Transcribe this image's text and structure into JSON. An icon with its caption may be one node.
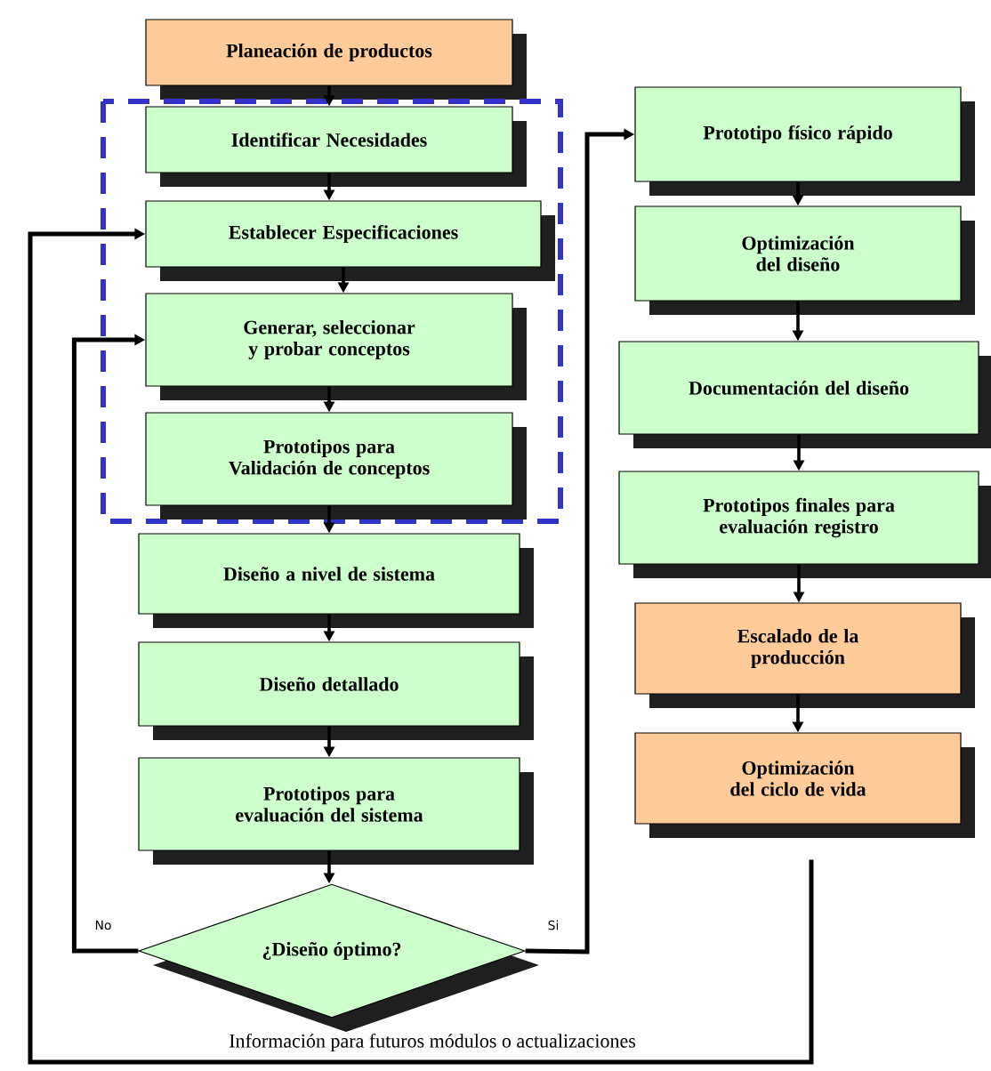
{
  "diagram": {
    "nodes": [
      {
        "text": [
          "Planeación de productos"
        ]
      },
      {
        "text": [],
        "shape": "box"
      },
      {
        "text": [
          "Identificar Necesidades"
        ],
        "in": 1
      },
      {
        "text": [
          "Establecer Especificaciones"
        ],
        "in": 1
      },
      {
        "text": [
          "Generar, seleccionar y probar conceptos"
        ],
        "in": 1
      },
      {
        "text": [
          "Prototipos para Validación de conceptos"
        ],
        "in": 1
      },
      {
        "text": [
          "Diseño a nivel de sistema"
        ]
      },
      {
        "text": [
          "Diseño detallado"
        ]
      },
      {
        "text": [
          "Prototipos para evaluación del sistema"
        ]
      },
      {
        "text": [
          "¿Diseño óptimo?"
        ]
      },
      {
        "text": [
          "Prototipo físico rápido"
        ]
      },
      {
        "text": [
          "Optimización del diseño"
        ]
      },
      {
        "text": [
          "Documentación del diseño"
        ]
      },
      {
        "text": [
          "Prototipos finales para evaluación registro"
        ]
      },
      {
        "text": [
          "Escalado de la producción"
        ]
      },
      {
        "text": [
          "Optimización del ciclo de vida"
        ]
      }
    ],
    "edges": [
      {
        "from": 0,
        "to": 2,
        "arrow": "to"
      },
      {
        "from": 2,
        "to": 3,
        "arrow": "to"
      },
      {
        "from": 3,
        "to": 4,
        "arrow": "to"
      },
      {
        "from": 4,
        "to": 5,
        "arrow": "to"
      },
      {
        "from": 5,
        "to": 6,
        "arrow": "to"
      },
      {
        "from": 6,
        "to": 7,
        "arrow": "to"
      },
      {
        "from": 7,
        "to": 8,
        "arrow": "to"
      },
      {
        "from": 8,
        "to": 9,
        "arrow": "to"
      },
      {
        "from": 9,
        "to": 4,
        "arrow": "to",
        "label": "No"
      },
      {
        "from": 9,
        "to": 10,
        "arrow": "to",
        "label": "Si"
      },
      {
        "from": 10,
        "to": 11,
        "arrow": "to"
      },
      {
        "from": 11,
        "to": 12,
        "arrow": "to"
      },
      {
        "from": 12,
        "to": 13,
        "arrow": "to"
      },
      {
        "from": 13,
        "to": 14,
        "arrow": "to"
      },
      {
        "from": 14,
        "to": 15,
        "arrow": "to"
      },
      {
        "from": 15,
        "to": 3,
        "arrow": "to",
        "label": "Información para futuros módulos o actualizaciones"
      }
    ]
  }
}
